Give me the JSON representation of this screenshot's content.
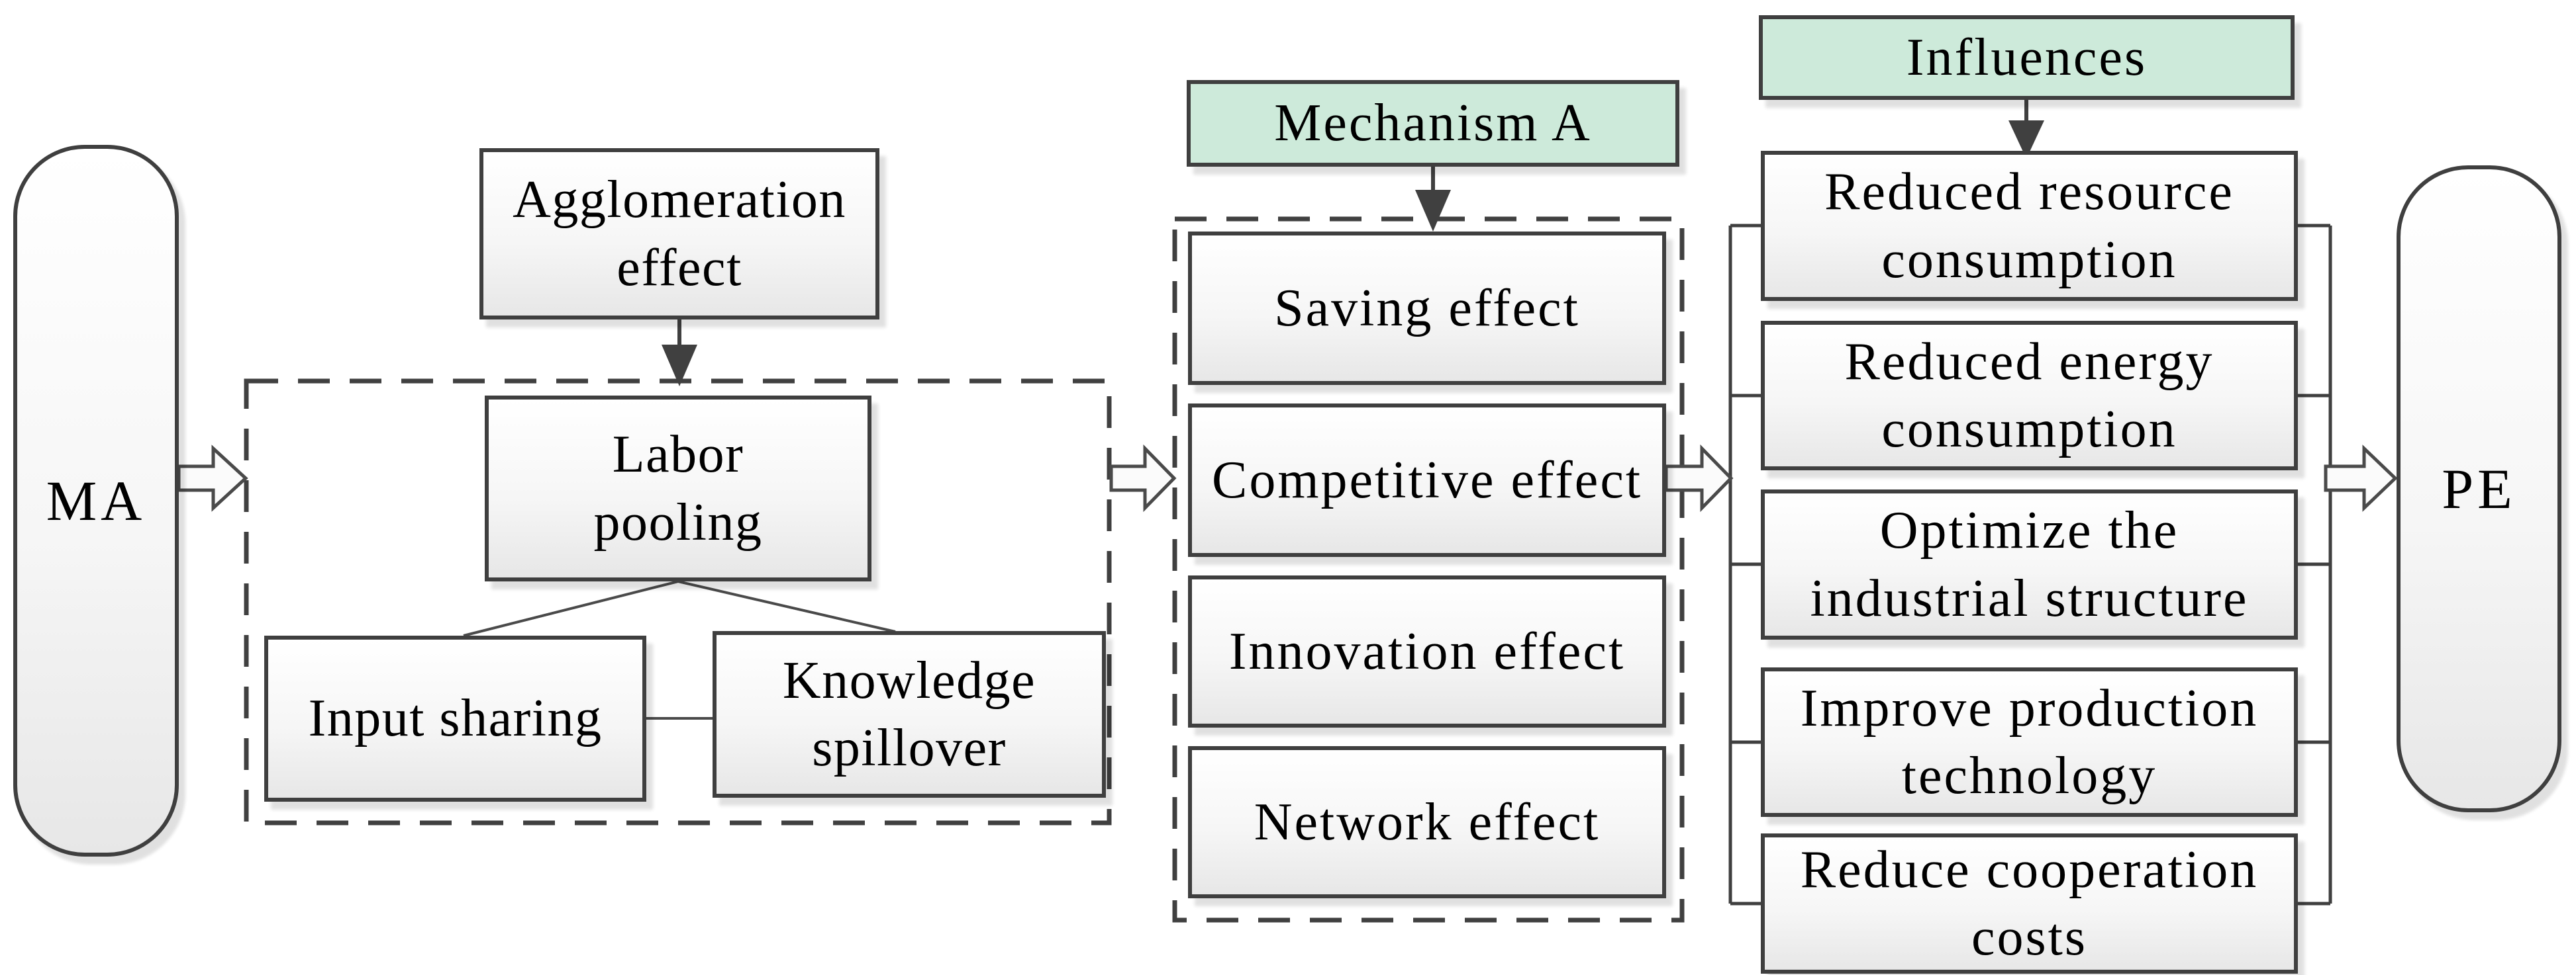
{
  "diagram": {
    "source_node": {
      "label": "MA"
    },
    "target_node": {
      "label": "PE"
    },
    "agglomeration_box": {
      "lines": [
        "Agglomeration",
        "effect"
      ]
    },
    "micro_mechanisms": {
      "labor_pooling": {
        "lines": [
          "Labor",
          "pooling"
        ]
      },
      "input_sharing": {
        "lines": [
          "Input sharing"
        ]
      },
      "knowledge_spillover": {
        "lines": [
          "Knowledge",
          "spillover"
        ]
      }
    },
    "mechanism_a": {
      "header": "Mechanism A",
      "items": [
        "Saving effect",
        "Competitive effect",
        "Innovation effect",
        "Network effect"
      ]
    },
    "influences": {
      "header": "Influences",
      "items": [
        [
          "Reduced resource",
          "consumption"
        ],
        [
          "Reduced energy",
          "consumption"
        ],
        [
          "Optimize the",
          "industrial structure"
        ],
        [
          "Improve production",
          "technology"
        ],
        [
          "Reduce cooperation",
          "costs"
        ]
      ]
    },
    "colors": {
      "header_fill": "#cdeada",
      "box_border": "#3f3f3f",
      "dashed_border": "#404040",
      "arrow_fill": "#fbfbfb",
      "text": "#000000",
      "background": "#ffffff"
    }
  }
}
